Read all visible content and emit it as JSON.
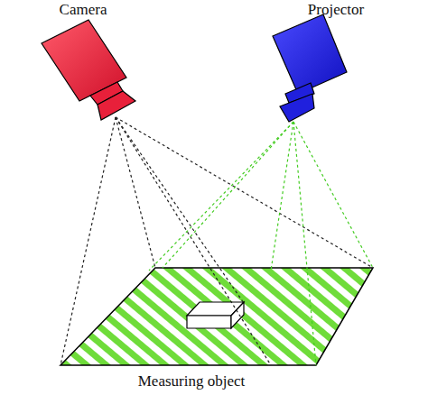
{
  "diagram": {
    "labels": [
      "Camera",
      "Projector",
      "Measuring object"
    ]
  }
}
